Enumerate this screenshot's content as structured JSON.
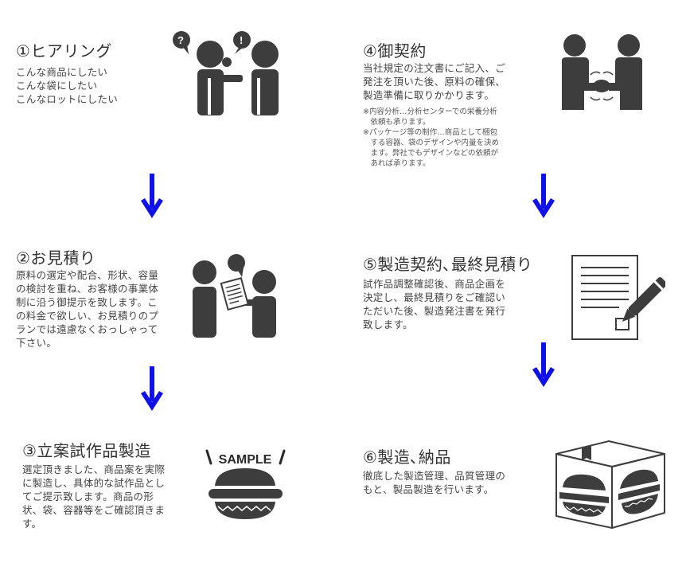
{
  "colors": {
    "arrow": "#1010e8",
    "icon": "#3d3d3d"
  },
  "steps": [
    {
      "title": "①ヒアリング",
      "desc": "こんな商品にしたい\nこんな袋にしたい\nこんなロットにしたい",
      "icon": "hearing-people-icon"
    },
    {
      "title": "②お見積り",
      "desc": "原料の選定や配合、形状、容量\nの検討を重ね、お客様の事業体\n制に沿う御提示を致します。こ\nの料金で欲しい、お見積りのプ\nランでは遠慮なくおっしゃって\n下さい。",
      "icon": "estimate-people-icon"
    },
    {
      "title": "③立案試作品製造",
      "desc": "選定頂きました、商品案を実際\nに製造し、具体的な試作品とし\nてご提示致します。商品の形\n状、袋、容器等をご確認頂きま\nす。",
      "icon": "sample-burger-icon",
      "icon_label": "SAMPLE"
    },
    {
      "title": "④御契約",
      "desc": "当社規定の注文書にご記入、ご\n発注を頂いた後、原料の確保、\n製造準備に取りかかります。",
      "note": "※内容分析…分析センターでの栄養分析\n　依頼も承ります。\n※パッケージ等の制作…商品として梱包\n　する容器、袋のデザインや内量を決め\n　ます。弊社でもデザインなどの依頼が\n　あれば承ります。",
      "icon": "handshake-icon"
    },
    {
      "title": "⑤製造契約､最終見積り",
      "desc": "試作品調整確認後、商品企画を\n決定し、最終見積りをご確認い\nただいた後、製造発注書を発行\n致します。",
      "icon": "contract-pen-icon"
    },
    {
      "title": "⑥製造､納品",
      "desc": "徹底した製造管理、品質管理の\nもと、製品製造を行います。",
      "icon": "delivery-box-icon"
    }
  ]
}
